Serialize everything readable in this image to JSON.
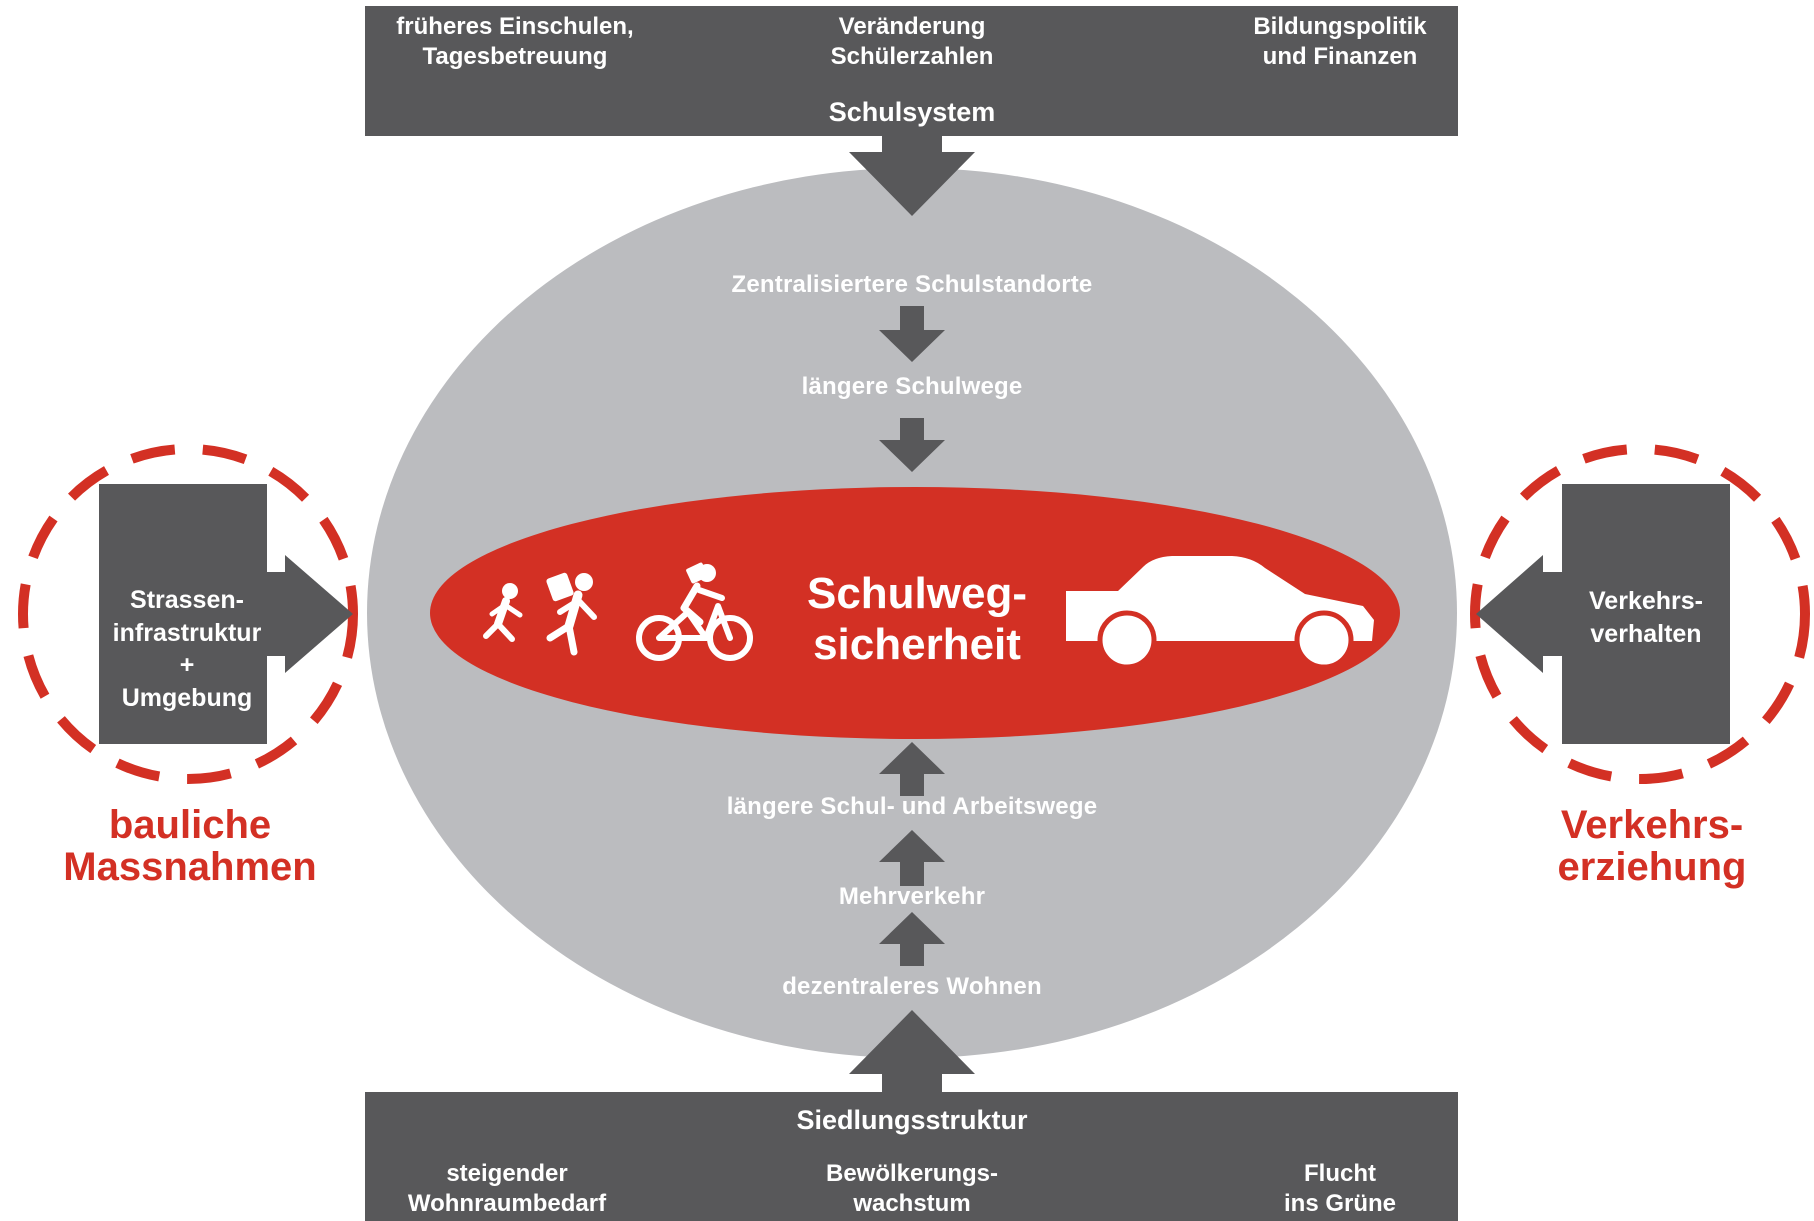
{
  "colors": {
    "dark": "#58585a",
    "ellipse_grey": "#bbbcbf",
    "red": "#d33024",
    "white": "#ffffff"
  },
  "top_bar": {
    "items": [
      "früheres Einschulen,\nTagesbetreuung",
      "Veränderung\nSchülerzahlen",
      "Bildungspolitik\nund Finanzen"
    ],
    "title": "Schulsystem"
  },
  "bottom_bar": {
    "title": "Siedlungsstruktur",
    "items": [
      "steigender\nWohnraumbedarf",
      "Bewölkerungs-\nwachstum",
      "Flucht\nins Grüne"
    ]
  },
  "upper_flow": [
    "Zentralisiertere Schulstandorte",
    "längere Schulwege"
  ],
  "lower_flow": [
    "längere Schul- und Arbeitswege",
    "Mehrverkehr",
    "dezentraleres Wohnen"
  ],
  "center": {
    "title": "Schulweg-\nsicherheit",
    "icons": [
      "pedestrians-icon",
      "cyclist-icon",
      "car-icon"
    ]
  },
  "left_box": {
    "text": "Strassen-\ninfrastruktur\n+\nUmgebung",
    "label": "bauliche\nMassnahmen"
  },
  "right_box": {
    "text": "Verkehrs-\nverhalten",
    "label": "Verkehrs-\nerziehung"
  }
}
